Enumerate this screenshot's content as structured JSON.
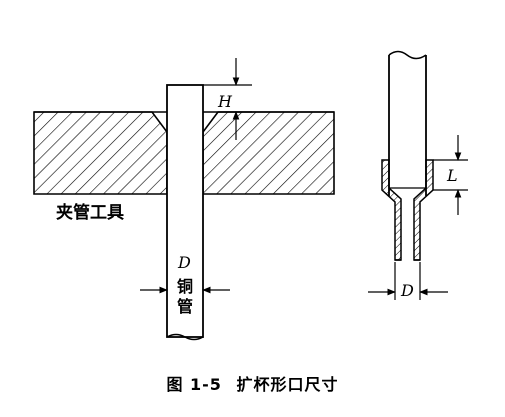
{
  "figure": {
    "caption_number": "图 1-5",
    "caption_title": "扩杯形口尺寸"
  },
  "left_diagram": {
    "label_clamp_tool": "夹管工具",
    "label_h": "H",
    "label_d": "D",
    "label_copper_pipe_1": "铜",
    "label_copper_pipe_2": "管"
  },
  "right_diagram": {
    "label_l": "L",
    "label_d": "D"
  },
  "colors": {
    "ink": "#000000",
    "paper": "#ffffff"
  }
}
